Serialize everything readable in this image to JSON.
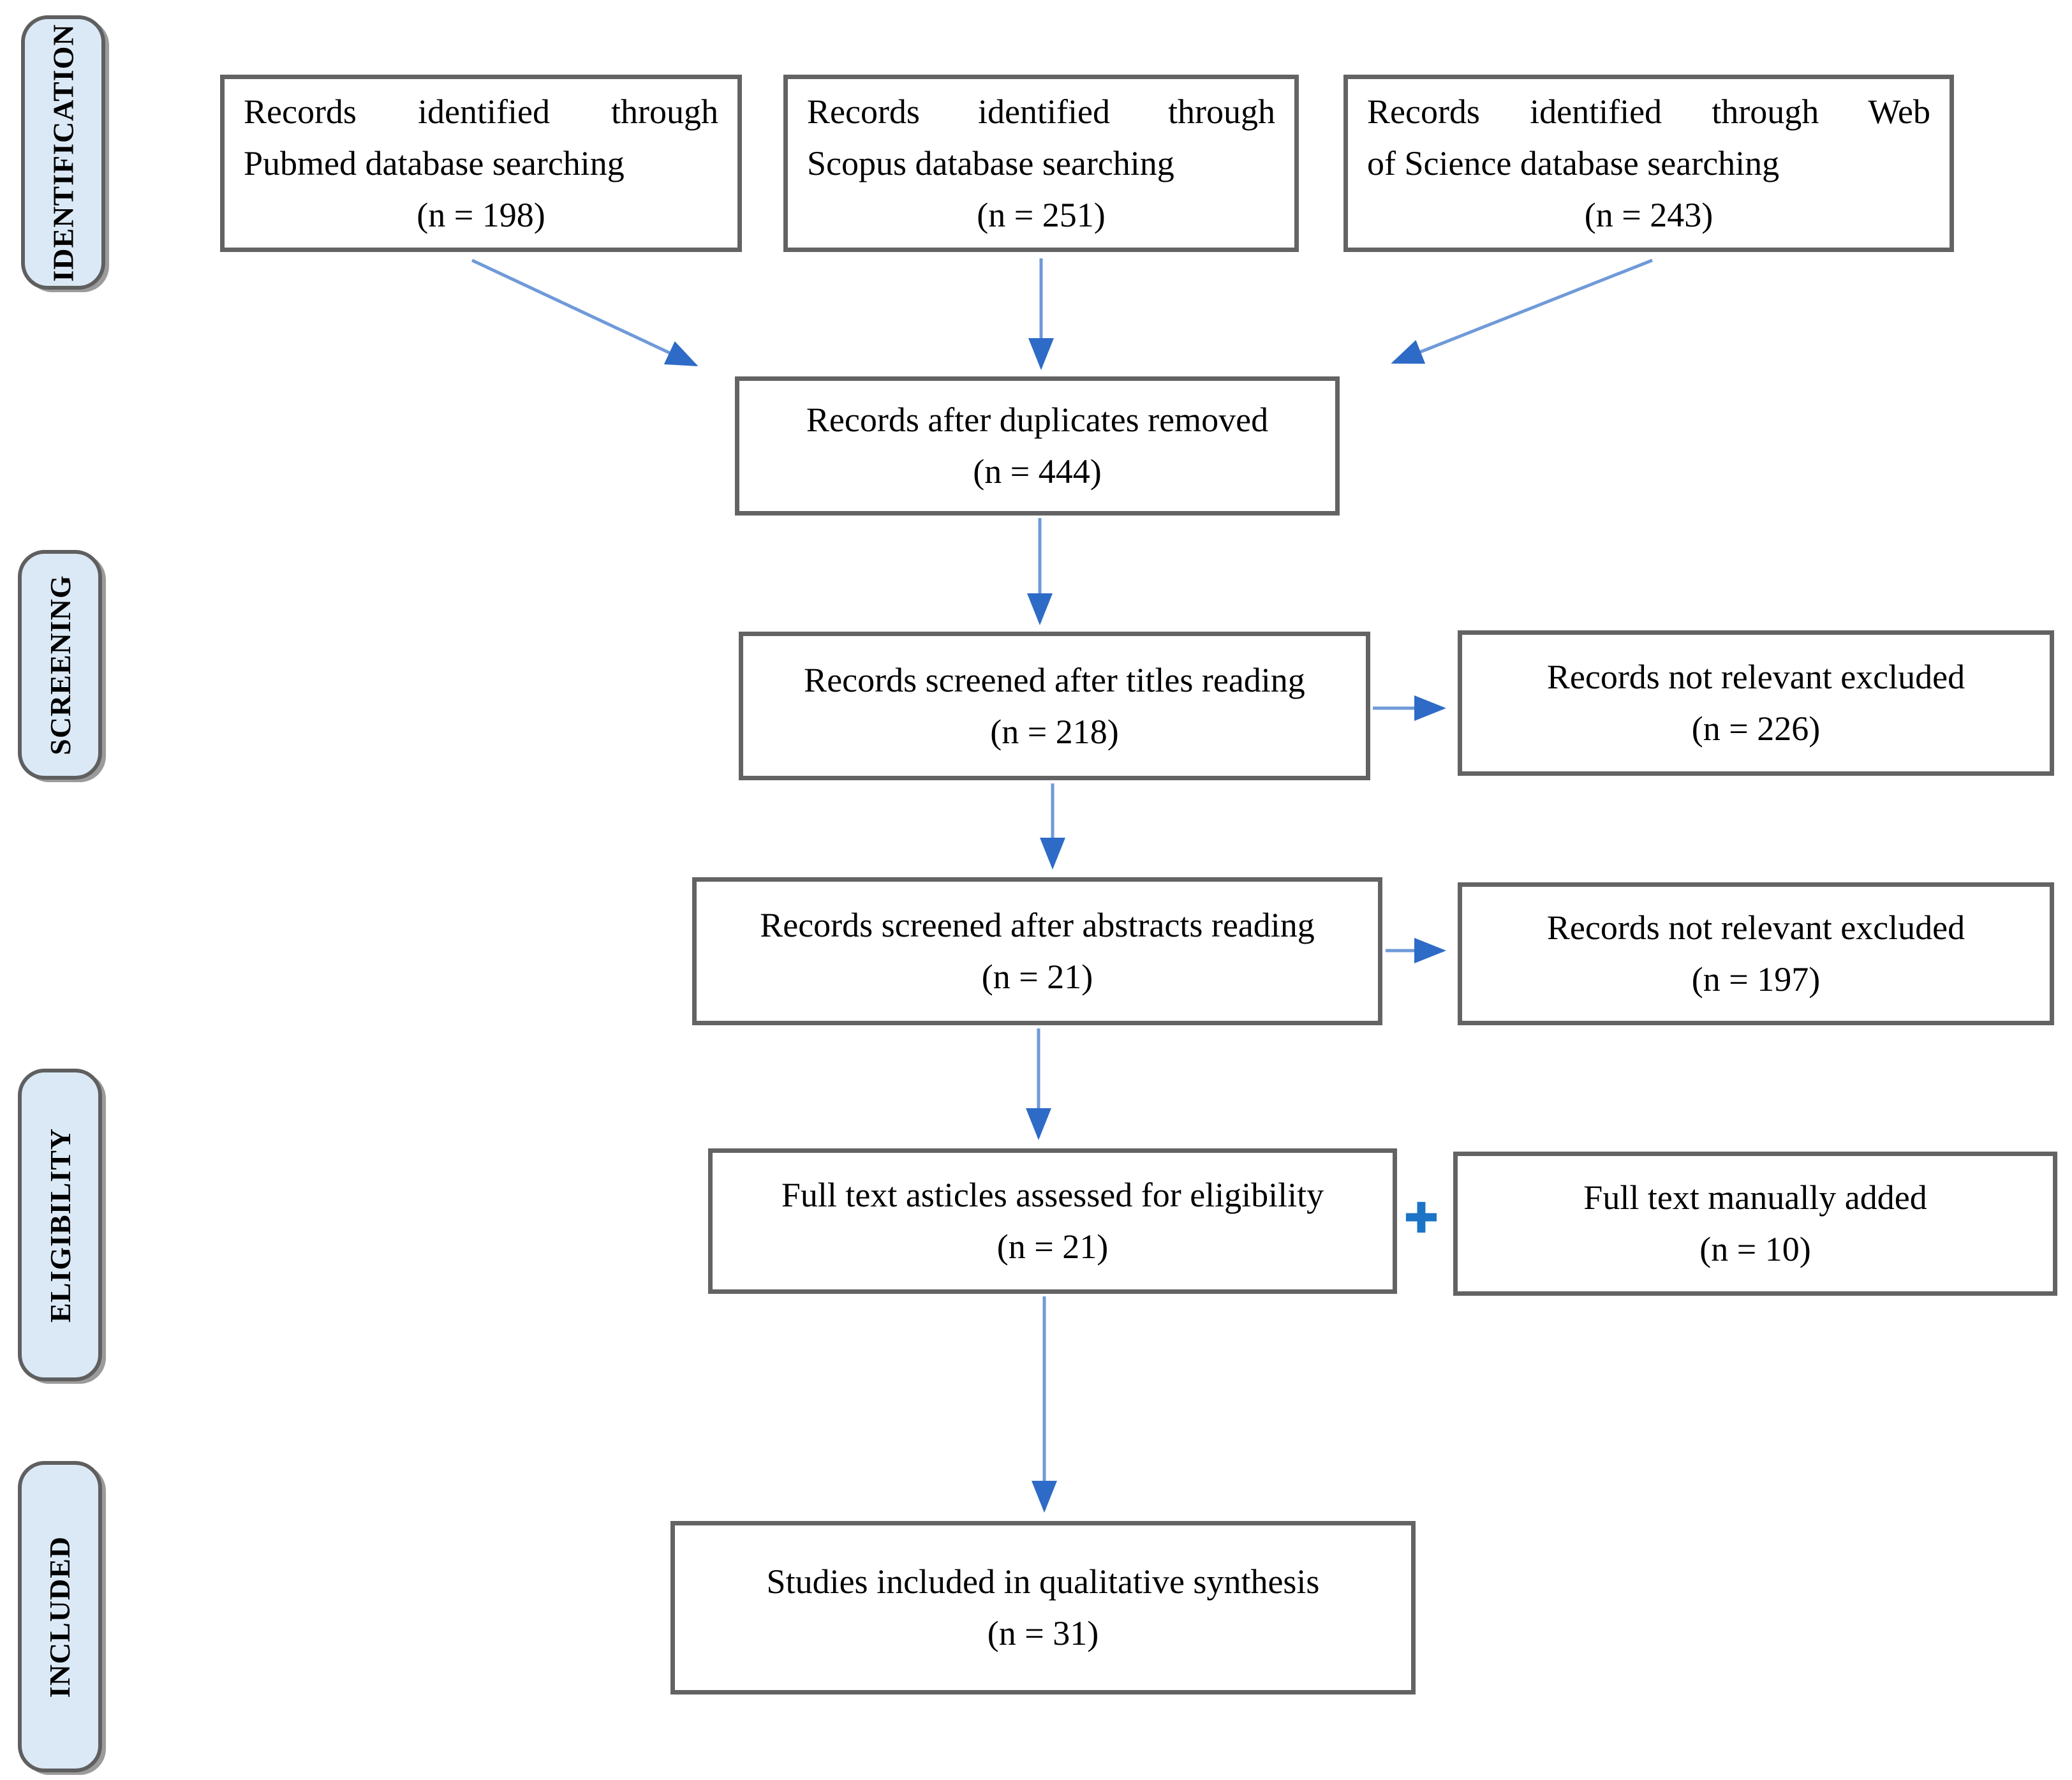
{
  "stages": [
    {
      "label": "IDENTIFICATION"
    },
    {
      "label": "SCREENING"
    },
    {
      "label": "ELIGIBILITY"
    },
    {
      "label": "INCLUDED"
    }
  ],
  "boxes": {
    "pubmed": {
      "line1": "Records identified through",
      "line2": "Pubmed database searching",
      "count": "(n = 198)"
    },
    "scopus": {
      "line1": "Records identified through",
      "line2": "Scopus database searching",
      "count": "(n = 251)"
    },
    "web_of_science": {
      "line1": "Records identified through Web",
      "line2": "of Science database searching",
      "count": "(n = 243)"
    },
    "duplicates_removed": {
      "line1": "Records after duplicates removed",
      "count": "(n = 444)"
    },
    "titles_screened": {
      "line1": "Records screened after titles reading",
      "count": "(n = 218)"
    },
    "excluded_titles": {
      "line1": "Records not relevant excluded",
      "count": "(n = 226)"
    },
    "abstracts_screened": {
      "line1": "Records screened after abstracts reading",
      "count": "(n = 21)"
    },
    "excluded_abstracts": {
      "line1": "Records not relevant excluded",
      "count": "(n = 197)"
    },
    "fulltext_assessed": {
      "line1": "Full text asticles assessed for eligibility",
      "count": "(n = 21)"
    },
    "fulltext_manual": {
      "line1": "Full text manually added",
      "count": "(n = 10)"
    },
    "included_synthesis": {
      "line1": "Studies included in qualitative synthesis",
      "count": "(n = 31)"
    }
  },
  "plus_icon": "✚",
  "colors": {
    "arrow_line": "#6f9ad8",
    "arrow_head": "#2e6bc7",
    "plus": "#1b74c5",
    "stage_fill": "#dbe9f6",
    "stage_border": "#5f5f5f",
    "box_border": "#636363",
    "text": "#000000"
  }
}
